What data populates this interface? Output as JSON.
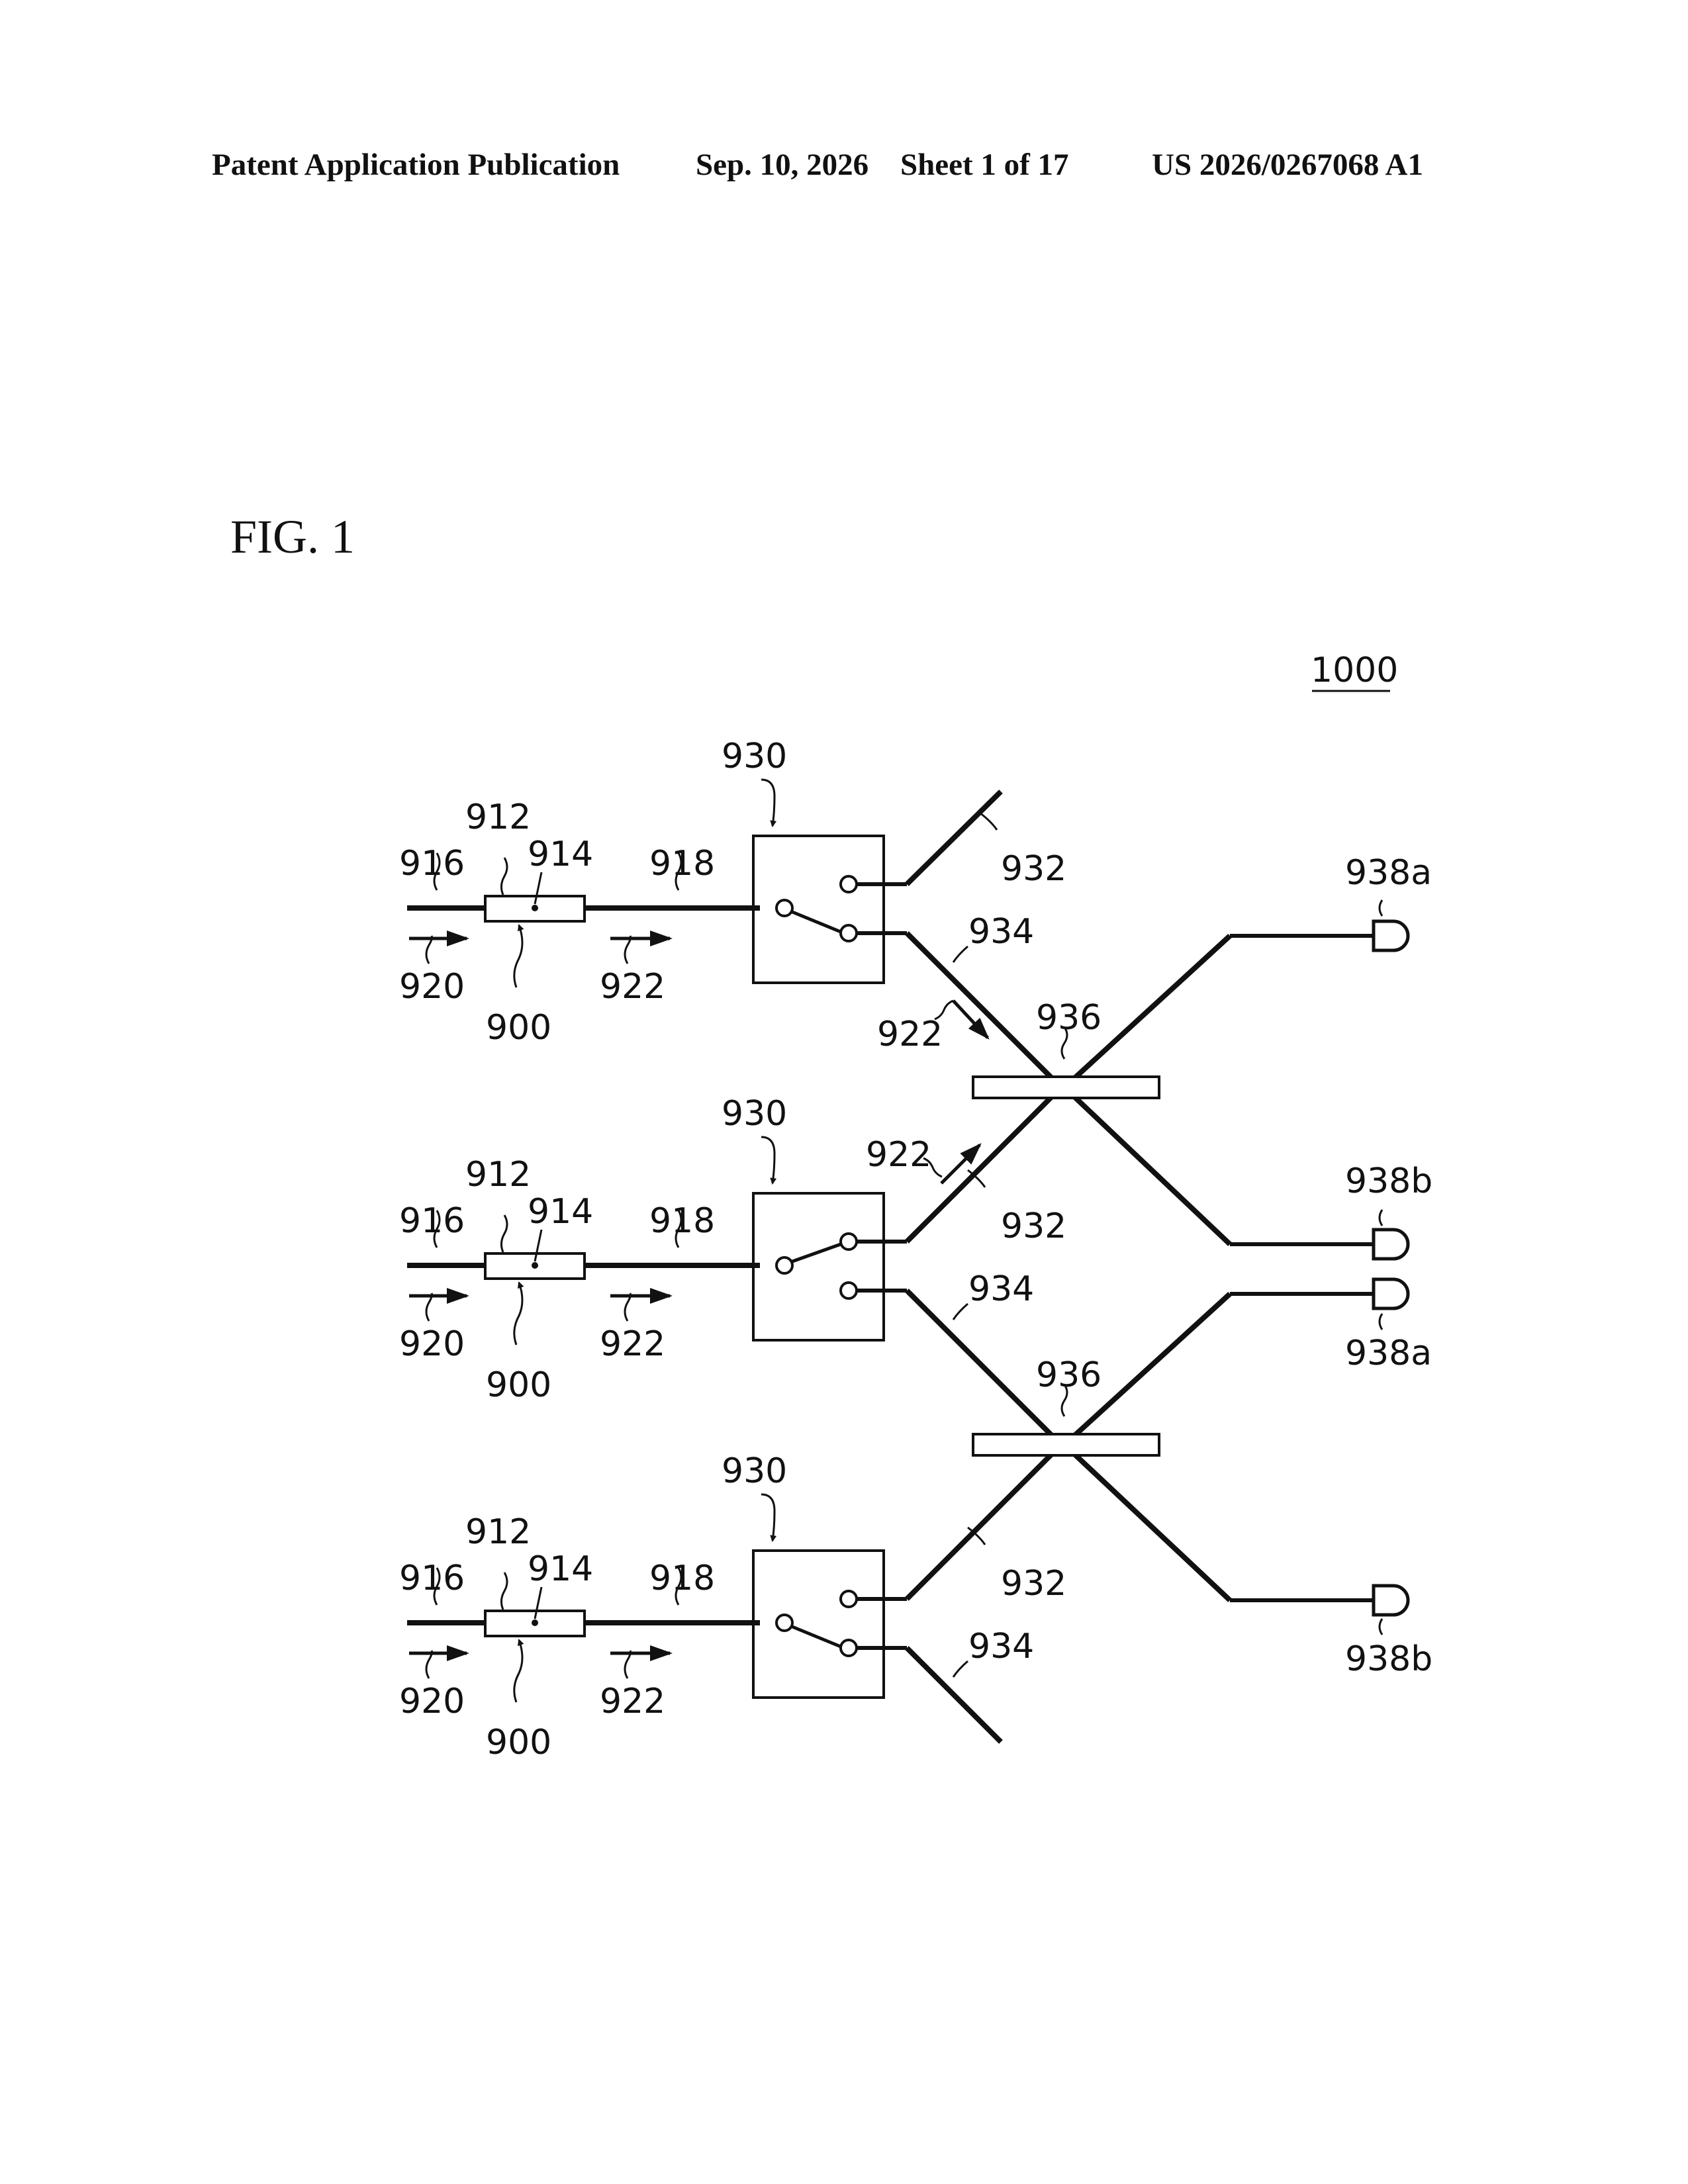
{
  "header": {
    "publication_type": "Patent Application Publication",
    "date": "Sep. 10, 2026",
    "sheet": "Sheet 1 of 17",
    "publication_number": "US 2026/0267068 A1"
  },
  "figure": {
    "title": "FIG. 1",
    "system_ref": "1000"
  },
  "diagram": {
    "rows": [
      {
        "input_line": "916",
        "modulator": "912",
        "electrode": "914",
        "device": "900",
        "output_line": "918",
        "input_signal": "920",
        "output_signal": "922",
        "switch": "930",
        "upper_output": "932",
        "lower_output": "934"
      },
      {
        "input_line": "916",
        "modulator": "912",
        "electrode": "914",
        "device": "900",
        "output_line": "918",
        "input_signal": "920",
        "output_signal": "922",
        "switch": "930",
        "upper_output": "932",
        "lower_output": "934"
      },
      {
        "input_line": "916",
        "modulator": "912",
        "electrode": "914",
        "device": "900",
        "output_line": "918",
        "input_signal": "920",
        "output_signal": "922",
        "switch": "930",
        "upper_output": "932",
        "lower_output": "934"
      }
    ],
    "couplers": [
      {
        "label": "936",
        "signal_in_top": "922",
        "signal_in_bottom": "922",
        "detector_top": "938a",
        "detector_bottom": "938b"
      },
      {
        "label": "936",
        "detector_top": "938a",
        "detector_bottom": "938b"
      }
    ]
  }
}
